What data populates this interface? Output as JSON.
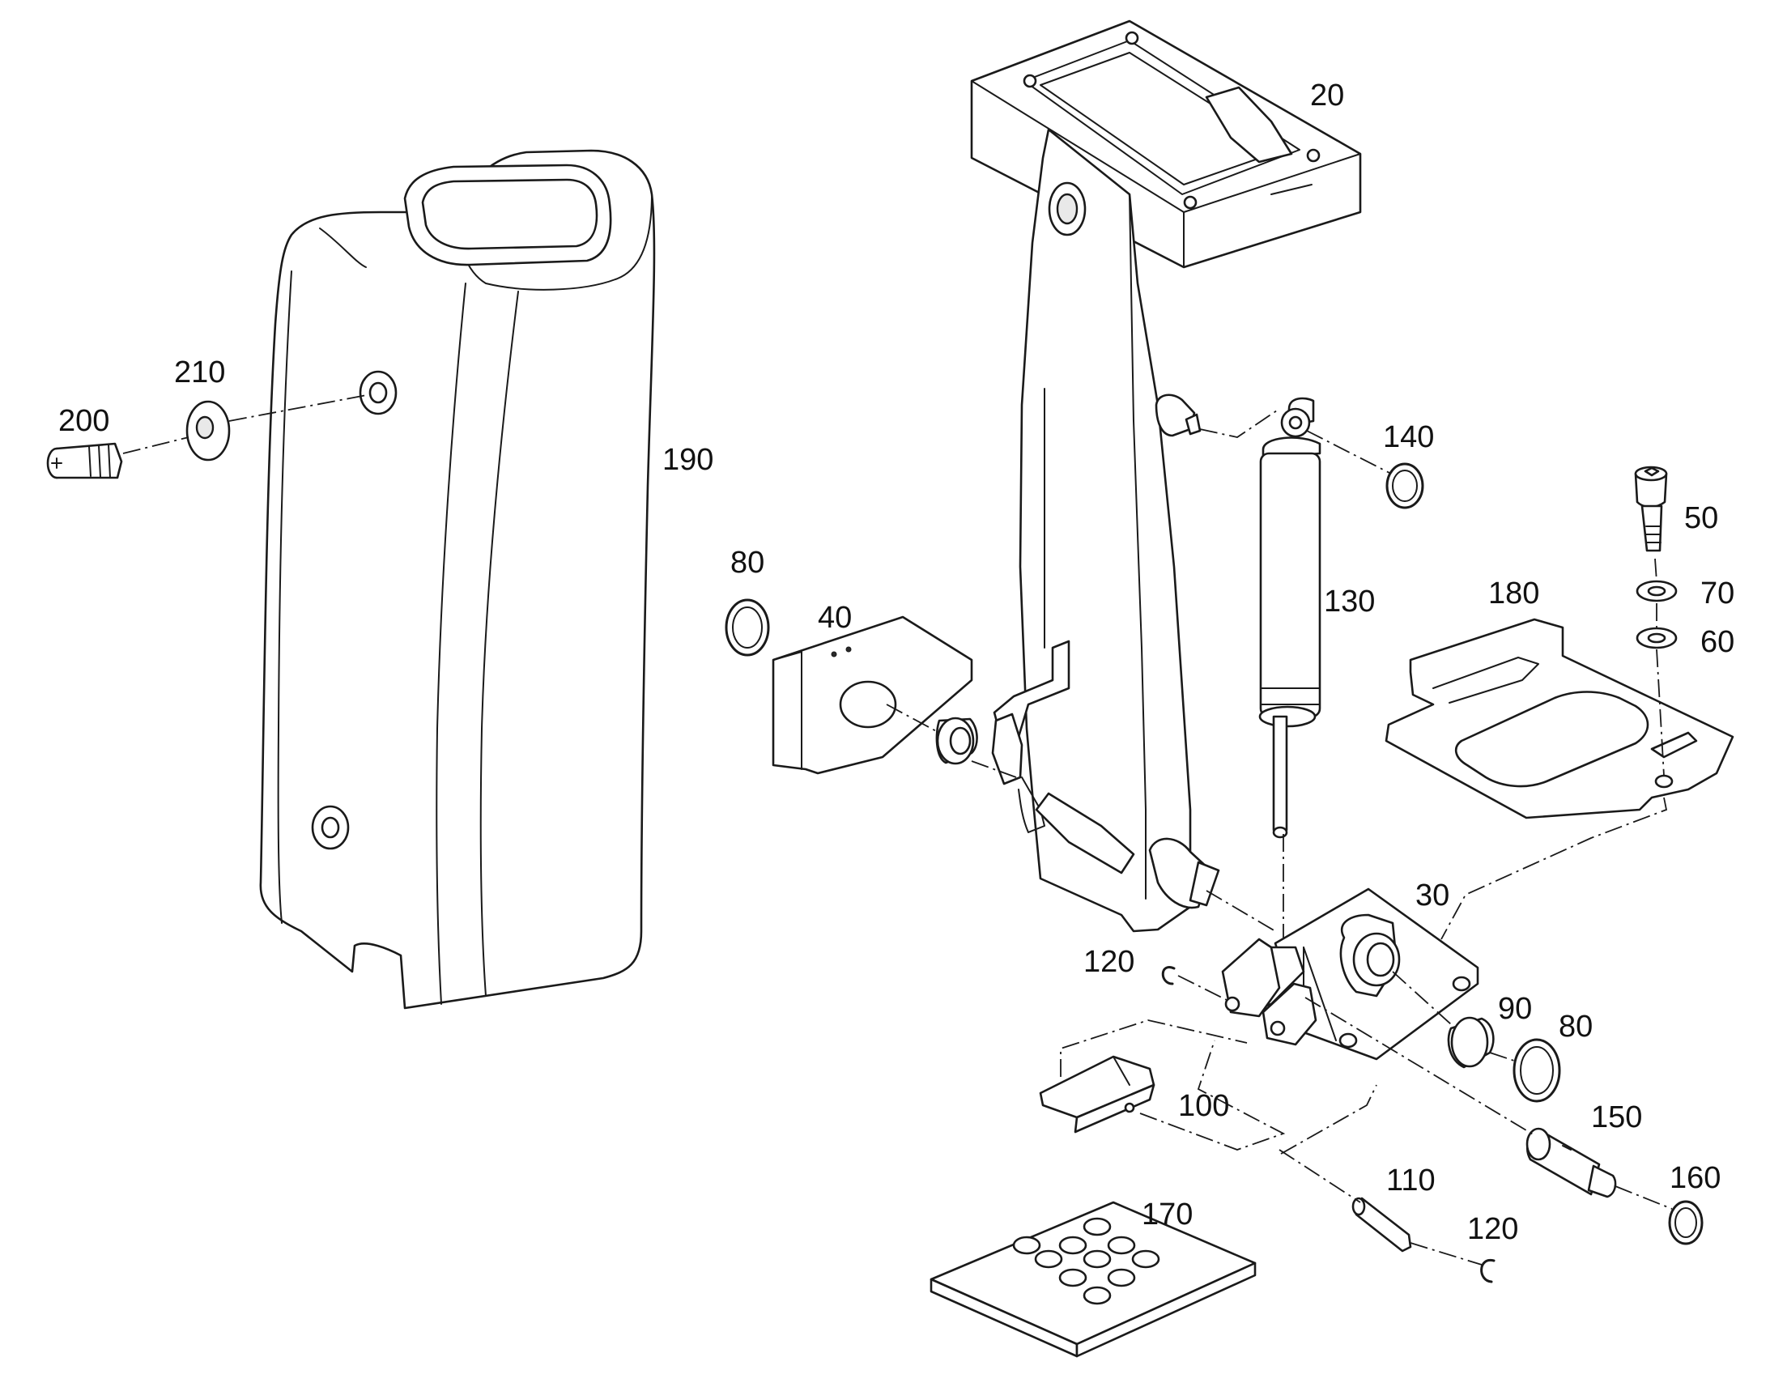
{
  "diagram": {
    "kind": "exploded-parts-drawing",
    "labels": {
      "p20": "20",
      "p30": "30",
      "p40": "40",
      "p50": "50",
      "p60": "60",
      "p70": "70",
      "p80a": "80",
      "p80b": "80",
      "p90": "90",
      "p100": "100",
      "p110": "110",
      "p120a": "120",
      "p120b": "120",
      "p130": "130",
      "p140": "140",
      "p150": "150",
      "p160": "160",
      "p170": "170",
      "p180": "180",
      "p190": "190",
      "p200": "200",
      "p210": "210"
    }
  }
}
